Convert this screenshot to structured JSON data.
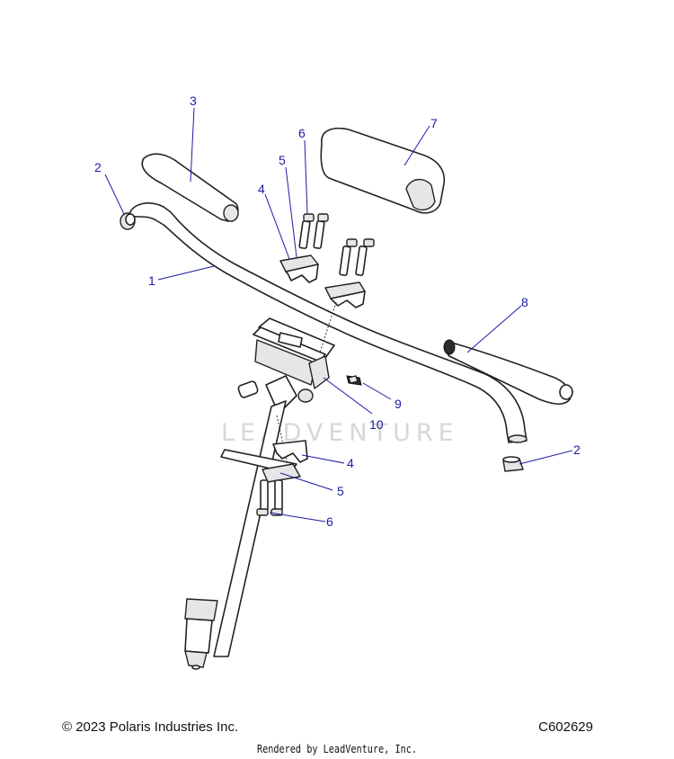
{
  "callouts": [
    {
      "id": "1",
      "label": "1"
    },
    {
      "id": "2a",
      "label": "2"
    },
    {
      "id": "2b",
      "label": "2"
    },
    {
      "id": "3",
      "label": "3"
    },
    {
      "id": "4a",
      "label": "4"
    },
    {
      "id": "4b",
      "label": "4"
    },
    {
      "id": "5a",
      "label": "5"
    },
    {
      "id": "5b",
      "label": "5"
    },
    {
      "id": "6a",
      "label": "6"
    },
    {
      "id": "6b",
      "label": "6"
    },
    {
      "id": "7",
      "label": "7"
    },
    {
      "id": "8",
      "label": "8"
    },
    {
      "id": "9",
      "label": "9"
    },
    {
      "id": "10",
      "label": "10"
    }
  ],
  "watermark": "LEADVENTURE",
  "footer": {
    "copyright": "© 2023 Polaris Industries Inc.",
    "figure_id": "C602629",
    "rendered_by": "Rendered by LeadVenture, Inc."
  }
}
